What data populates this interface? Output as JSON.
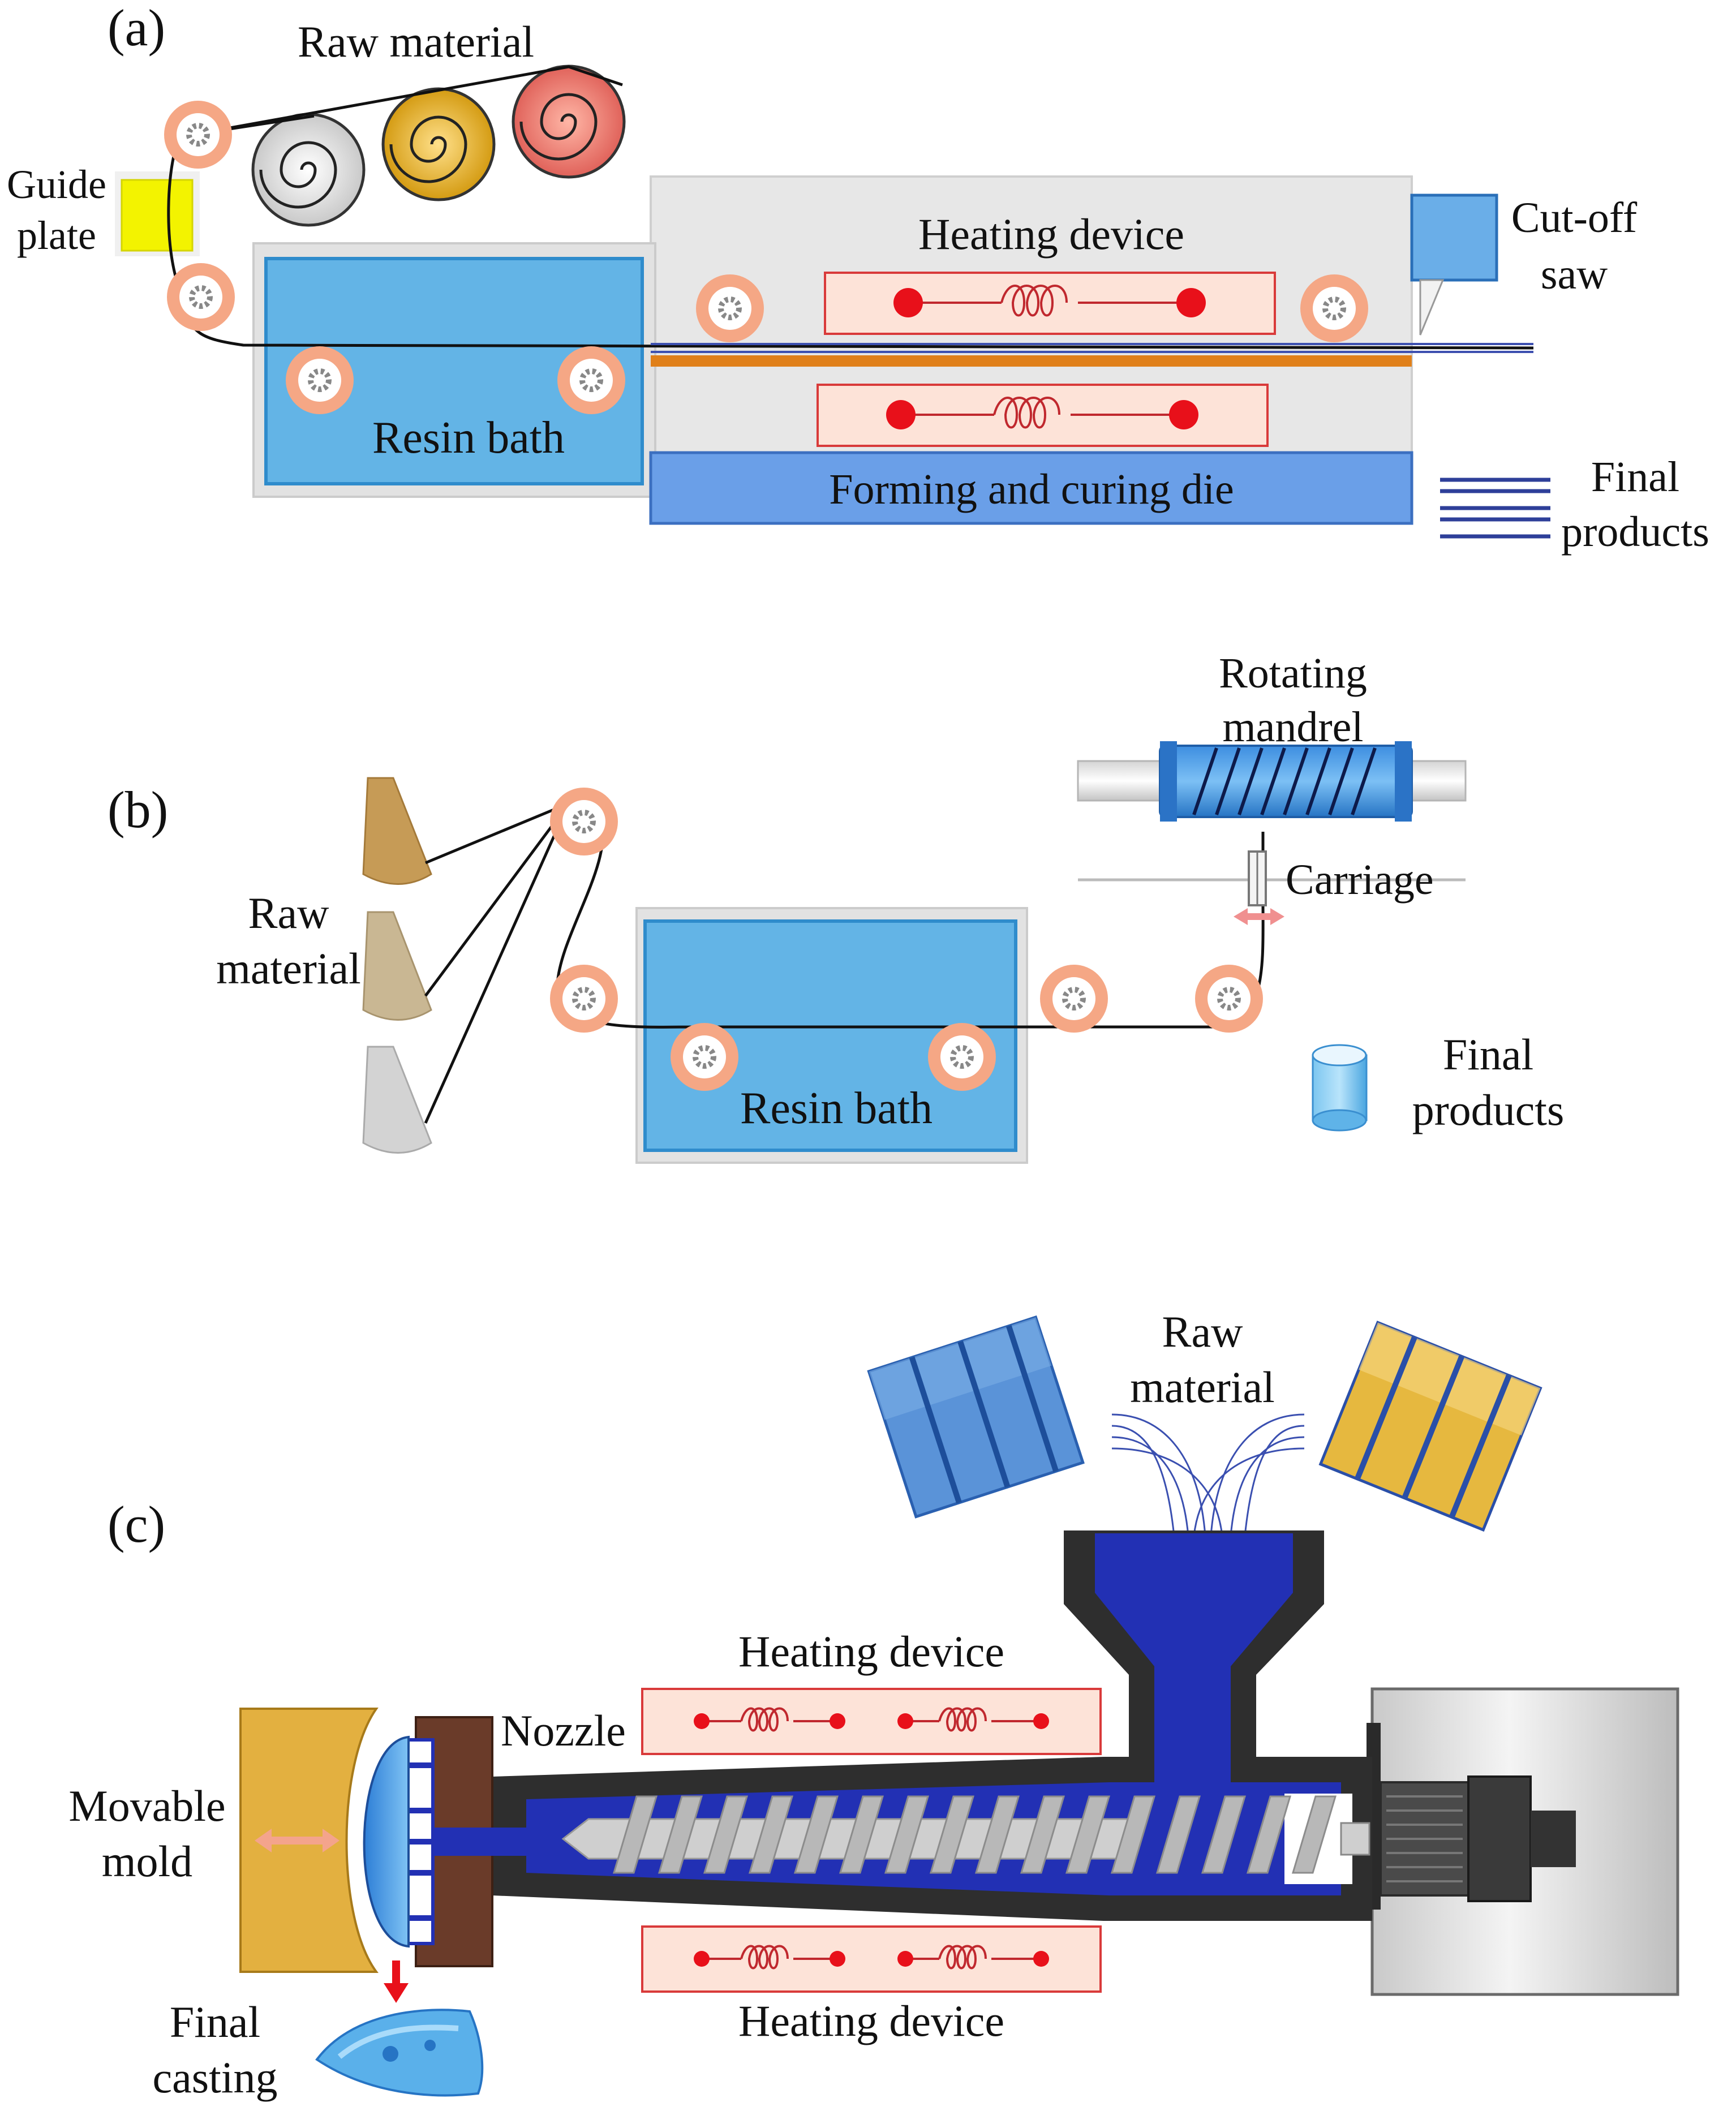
{
  "colors": {
    "resin_bath": "#63b4e6",
    "resin_bath_border": "#2f8ccc",
    "machine_gray": "#e6e6e6",
    "die_blue": "#6a9fe8",
    "heater_fill": "#fde3d8",
    "heater_border": "#d93a3a",
    "roller": "#f5a785",
    "guide_plate": "#f3f300",
    "carbon_orange": "#e0801a",
    "screw_blue": "#2230b4",
    "mold_gold": "#e3b040",
    "mold_brown": "#6a3b29",
    "barrel_blue": "#5a93d8",
    "barrel_gold": "#e6b83f"
  },
  "panel_a": {
    "label": "(a)",
    "raw_material": "Raw material",
    "guide_plate": [
      "Guide",
      "plate"
    ],
    "heating_device": "Heating device",
    "cut_off_saw": [
      "Cut-off",
      "saw"
    ],
    "resin_bath": "Resin bath",
    "forming_die": "Forming and curing die",
    "final_products": [
      "Final",
      "products"
    ]
  },
  "panel_b": {
    "label": "(b)",
    "rotating_mandrel": [
      "Rotating",
      "mandrel"
    ],
    "carriage": "Carriage",
    "raw_material": [
      "Raw",
      "material"
    ],
    "resin_bath": "Resin bath",
    "final_products": [
      "Final",
      "products"
    ]
  },
  "panel_c": {
    "label": "(c)",
    "raw_material": [
      "Raw",
      "material"
    ],
    "heating_device_top": "Heating device",
    "heating_device_bottom": "Heating device",
    "nozzle": "Nozzle",
    "movable_mold": [
      "Movable",
      "mold"
    ],
    "final_casting": [
      "Final",
      "casting"
    ]
  }
}
